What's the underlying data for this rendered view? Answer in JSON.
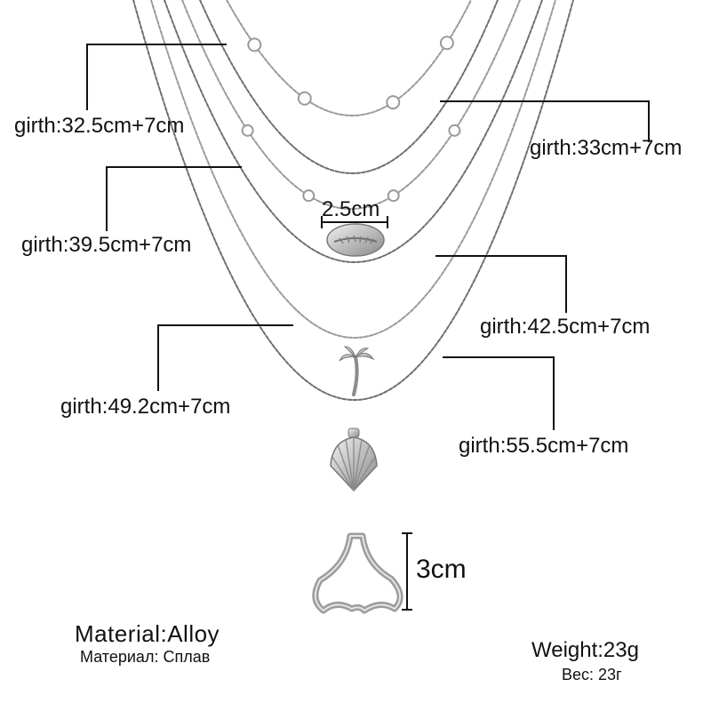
{
  "image": {
    "subject": "six-layer silver chain necklace with pendants",
    "colors": {
      "background": "#ffffff",
      "chain": "#9a9a9a",
      "chain_dark": "#6f6f6f",
      "metal": "#c9c9c9",
      "leader": "#111111"
    },
    "icons": [
      "cowrie-shell-pendant-icon",
      "palm-tree-pendant-icon",
      "scallop-shell-pendant-icon",
      "whale-tail-pendant-icon"
    ]
  },
  "labels": {
    "girth_1": "girth:32.5cm+7cm",
    "girth_2": "girth:33cm+7cm",
    "girth_3": "girth:39.5cm+7cm",
    "girth_4": "girth:42.5cm+7cm",
    "girth_5": "girth:49.2cm+7cm",
    "girth_6": "girth:55.5cm+7cm",
    "shell_width": "2.5cm",
    "tail_height": "3cm"
  },
  "specs": {
    "material_en": "Material:Alloy",
    "material_ru": "Материал: Сплав",
    "weight_en": "Weight:23g",
    "weight_ru": "Вес: 23г"
  }
}
